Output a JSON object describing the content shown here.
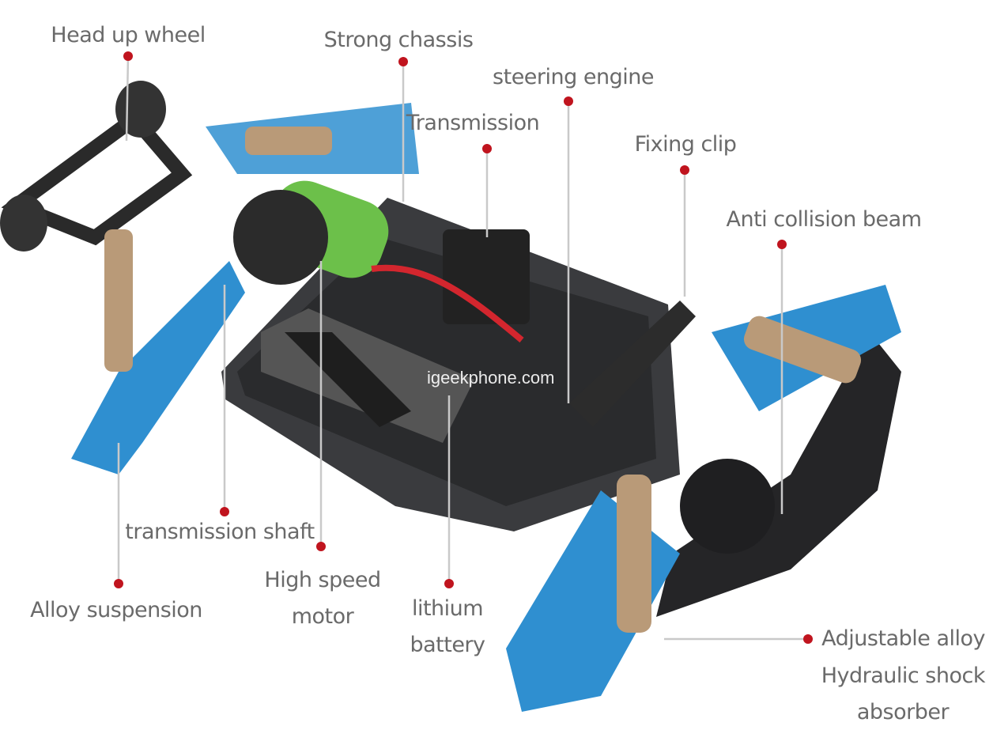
{
  "labels": {
    "head_up_wheel": "Head up wheel",
    "strong_chassis": "Strong chassis",
    "steering_engine": "steering engine",
    "transmission": "Transmission",
    "fixing_clip": "Fixing clip",
    "anti_collision_beam": "Anti collision beam",
    "transmission_shaft": "transmission shaft",
    "high_speed_motor": [
      "High speed",
      "motor"
    ],
    "lithium_battery": [
      "lithium",
      "battery"
    ],
    "alloy_suspension": "Alloy suspension",
    "shock_absorber": [
      "Adjustable alloy",
      "Hydraulic shock",
      "absorber"
    ]
  },
  "watermark": "igeekphone.com",
  "colors": {
    "label_text": "#6a6a6a",
    "marker": "#c0141e",
    "leader": "#c9c9c9",
    "alloy_blue": "#2f8fd0",
    "motor_green": "#6cc04a"
  }
}
